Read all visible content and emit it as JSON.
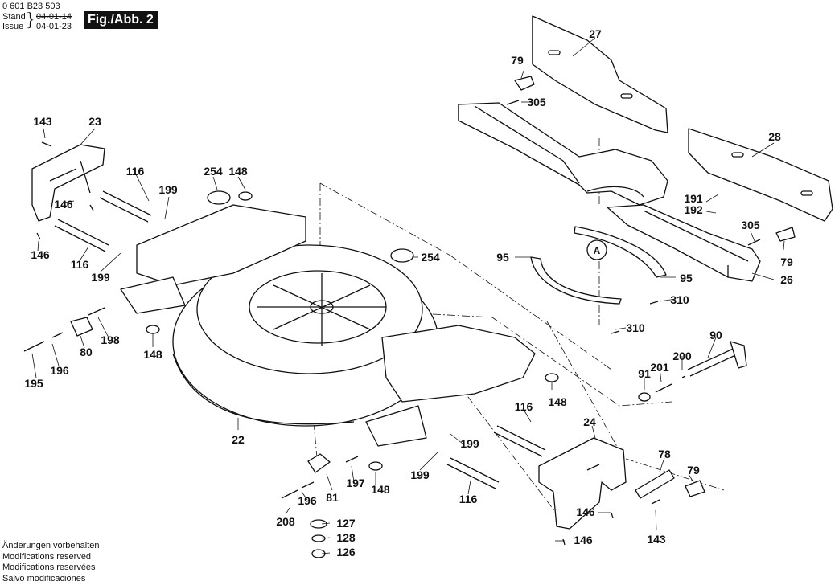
{
  "header": {
    "doc_number": "0 601 B23 503",
    "stand_label": "Stand",
    "issue_label": "Issue",
    "stand_date": "04-01-14",
    "issue_date": "04-01-23",
    "figure_label": "Fig./Abb. 2"
  },
  "notes": [
    "Änderungen vorbehalten",
    "Modifications reserved",
    "Modifications reservées",
    "Salvo modificaciones"
  ],
  "callouts": {
    "detail_marker": "A",
    "labels": [
      {
        "id": "l27",
        "text": "27"
      },
      {
        "id": "l79a",
        "text": "79"
      },
      {
        "id": "l305a",
        "text": "305"
      },
      {
        "id": "l28",
        "text": "28"
      },
      {
        "id": "l191",
        "text": "191"
      },
      {
        "id": "l192",
        "text": "192"
      },
      {
        "id": "l305b",
        "text": "305"
      },
      {
        "id": "l79b",
        "text": "79"
      },
      {
        "id": "l26",
        "text": "26"
      },
      {
        "id": "l95a",
        "text": "95"
      },
      {
        "id": "l95b",
        "text": "95"
      },
      {
        "id": "l310a",
        "text": "310"
      },
      {
        "id": "l310b",
        "text": "310"
      },
      {
        "id": "l143a",
        "text": "143"
      },
      {
        "id": "l23",
        "text": "23"
      },
      {
        "id": "l116a",
        "text": "116"
      },
      {
        "id": "l199a",
        "text": "199"
      },
      {
        "id": "l146a",
        "text": "146"
      },
      {
        "id": "l146b",
        "text": "146"
      },
      {
        "id": "l116b",
        "text": "116"
      },
      {
        "id": "l199b",
        "text": "199"
      },
      {
        "id": "l254a",
        "text": "254"
      },
      {
        "id": "l148a",
        "text": "148"
      },
      {
        "id": "l254b",
        "text": "254"
      },
      {
        "id": "l198",
        "text": "198"
      },
      {
        "id": "l80",
        "text": "80"
      },
      {
        "id": "l195",
        "text": "195"
      },
      {
        "id": "l196a",
        "text": "196"
      },
      {
        "id": "l148b",
        "text": "148"
      },
      {
        "id": "l90",
        "text": "90"
      },
      {
        "id": "l200",
        "text": "200"
      },
      {
        "id": "l201",
        "text": "201"
      },
      {
        "id": "l91",
        "text": "91"
      },
      {
        "id": "l148c",
        "text": "148"
      },
      {
        "id": "l116c",
        "text": "116"
      },
      {
        "id": "l22",
        "text": "22"
      },
      {
        "id": "l199c",
        "text": "199"
      },
      {
        "id": "l24",
        "text": "24"
      },
      {
        "id": "l78",
        "text": "78"
      },
      {
        "id": "l79c",
        "text": "79"
      },
      {
        "id": "l197",
        "text": "197"
      },
      {
        "id": "l81",
        "text": "81"
      },
      {
        "id": "l196b",
        "text": "196"
      },
      {
        "id": "l148d",
        "text": "148"
      },
      {
        "id": "l199d",
        "text": "199"
      },
      {
        "id": "l116d",
        "text": "116"
      },
      {
        "id": "l146c",
        "text": "146"
      },
      {
        "id": "l143b",
        "text": "143"
      },
      {
        "id": "l208",
        "text": "208"
      },
      {
        "id": "l127",
        "text": "127"
      },
      {
        "id": "l128",
        "text": "128"
      },
      {
        "id": "l126",
        "text": "126"
      },
      {
        "id": "l146d",
        "text": "146"
      }
    ]
  }
}
